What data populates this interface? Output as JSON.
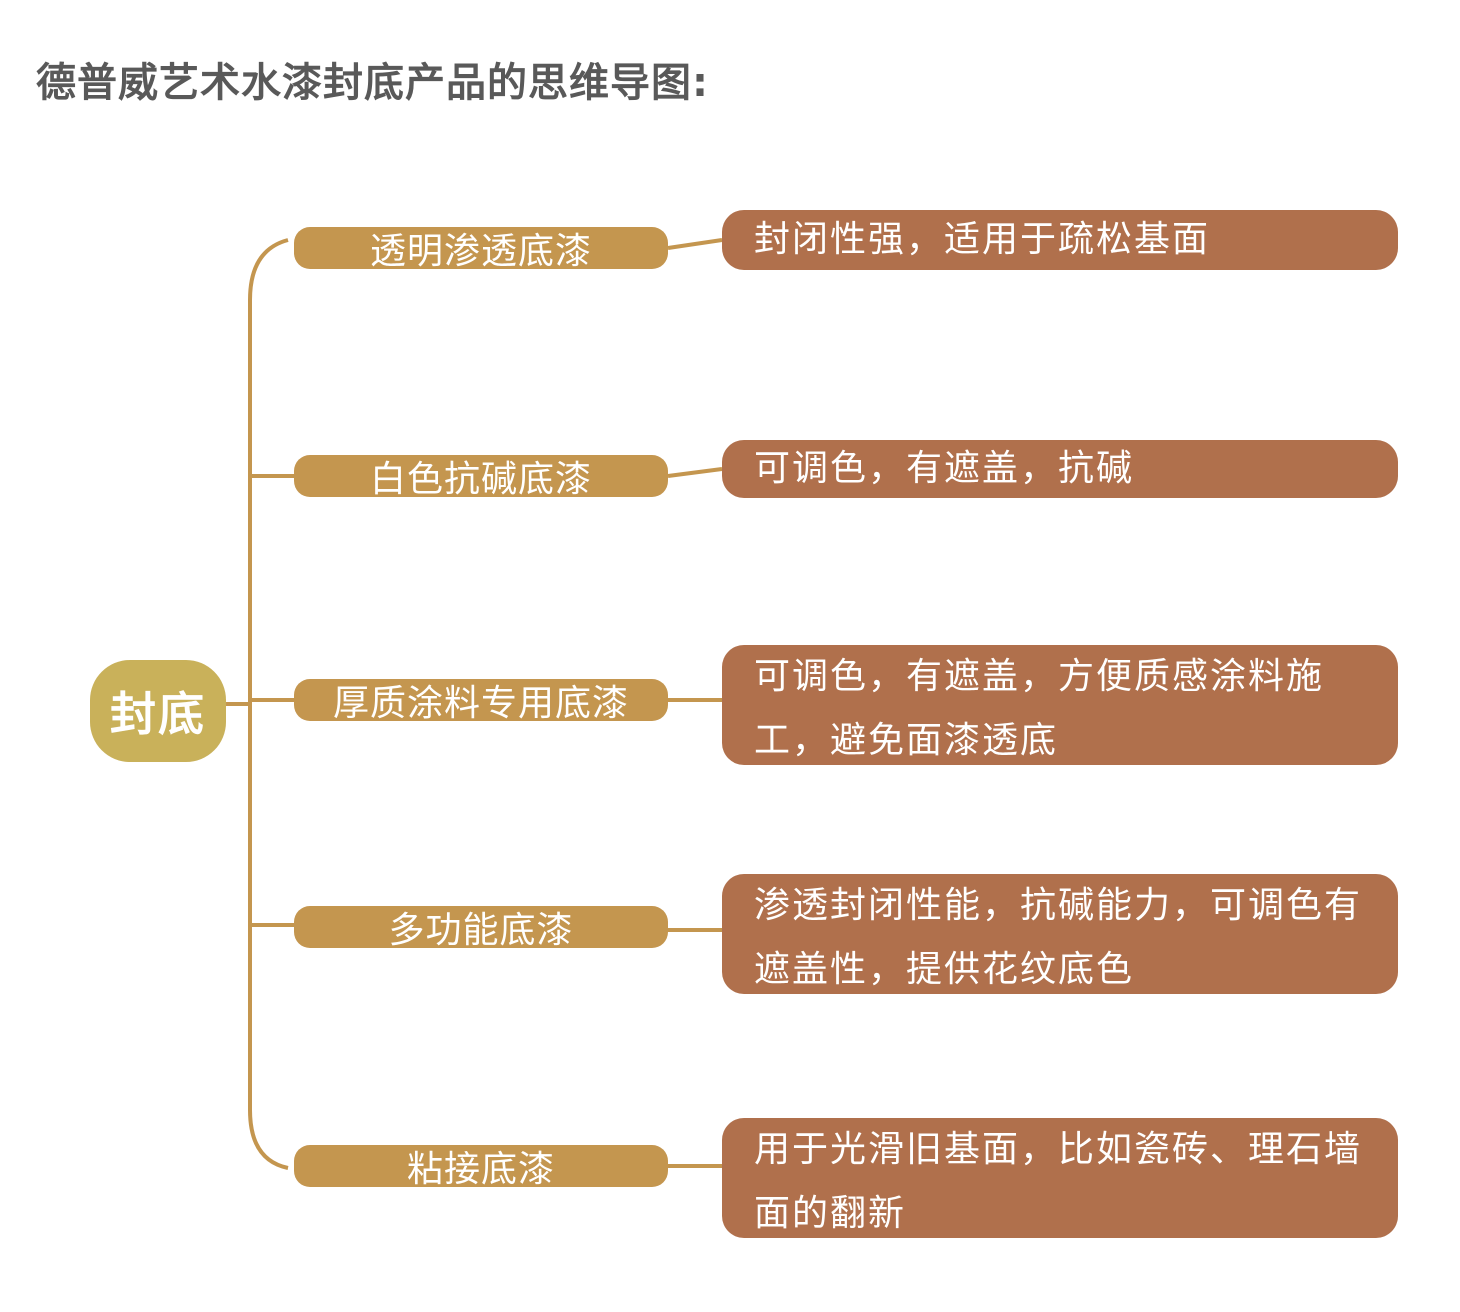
{
  "title": "德普威艺术水漆封底产品的思维导图:",
  "colors": {
    "root": "#c9b15a",
    "branch": "#c4964f",
    "leaf": "#b0704c",
    "connector": "#c4964f",
    "title_text": "#595959"
  },
  "mindmap": {
    "root": "封底",
    "branches": [
      {
        "label": "透明渗透底漆",
        "detail": "封闭性强，适用于疏松基面"
      },
      {
        "label": "白色抗碱底漆",
        "detail": "可调色，有遮盖，抗碱"
      },
      {
        "label": "厚质涂料专用底漆",
        "detail": "可调色，有遮盖，方便质感涂料施工，避免面漆透底"
      },
      {
        "label": "多功能底漆",
        "detail": "渗透封闭性能，抗碱能力，可调色有遮盖性，提供花纹底色"
      },
      {
        "label": "粘接底漆",
        "detail": "用于光滑旧基面，比如瓷砖、理石墙面的翻新"
      }
    ]
  }
}
